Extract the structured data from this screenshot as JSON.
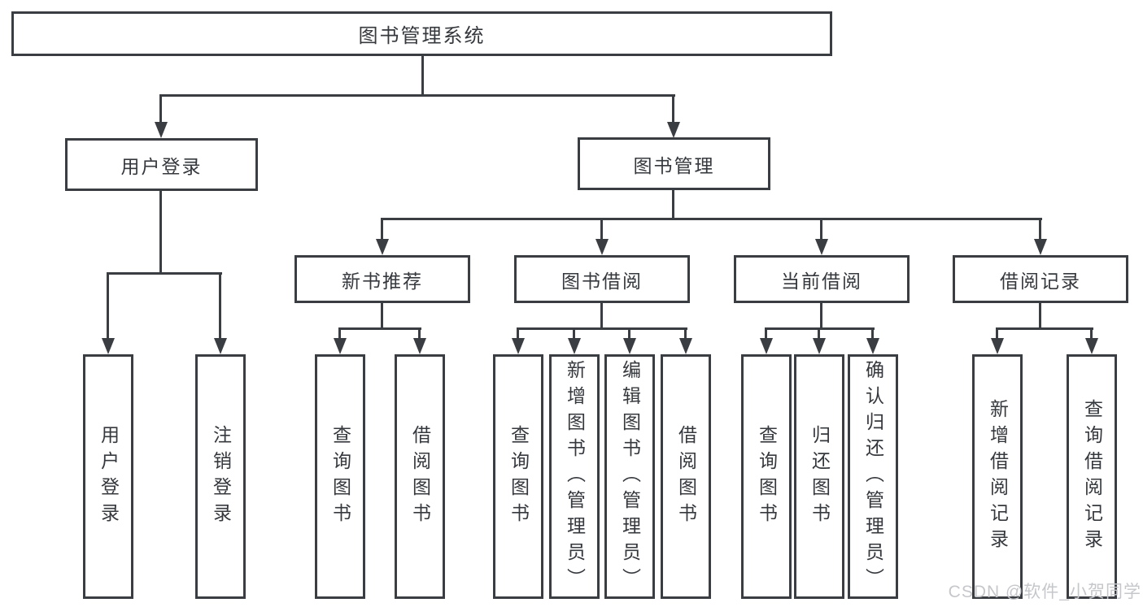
{
  "title": "图书管理系统",
  "level2": {
    "user": "用户登录",
    "books": "图书管理"
  },
  "level3": {
    "recommend": "新书推荐",
    "borrow": "图书借阅",
    "current": "当前借阅",
    "records": "借阅记录"
  },
  "leaves": {
    "user": [
      "用户登录",
      "注销登录"
    ],
    "recommend": [
      "查询图书",
      "借阅图书"
    ],
    "borrow": [
      "查询图书",
      "新增图书（管理员）",
      "编辑图书（管理员）",
      "借阅图书"
    ],
    "current": [
      "查询图书",
      "归还图书",
      "确认归还（管理员）"
    ],
    "records": [
      "新增借阅记录",
      "查询借阅记录"
    ]
  },
  "watermark": "CSDN @软件_小贺同学",
  "colors": {
    "line": "#3a3d42",
    "text": "#35383d",
    "watermark": "#c6c7cb",
    "background": "#ffffff"
  }
}
